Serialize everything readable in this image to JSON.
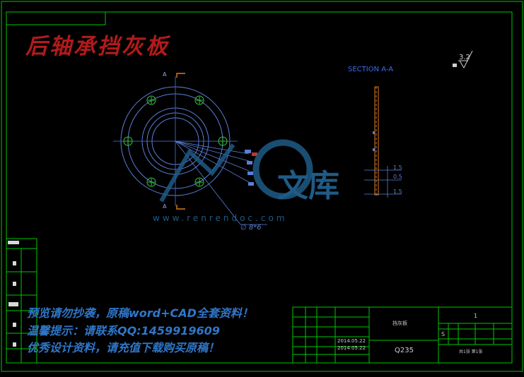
{
  "drawing": {
    "title_cn": "后轴承挡灰板",
    "section_label": "SECTION A-A",
    "section_mark_top": "A",
    "section_mark_bottom": "A",
    "roughness_value": "3.2",
    "diameter_dim": "∅ 8*6",
    "dims_right": [
      "1.5",
      "0.5",
      "1.5"
    ]
  },
  "watermark": {
    "brand_cn": "文库",
    "url": "www.renrendoc.com"
  },
  "overlay": {
    "line1": "预览请勿抄袭，原稿word+CAD全套资料！",
    "line2": "温馨提示：请联系QQ:1459919609",
    "line3": "优秀设计资料，请充值下载购买原稿！"
  },
  "title_block": {
    "material": "Q235",
    "dates": [
      "2014.05.22",
      "2014.05.22"
    ],
    "scale": "1",
    "drawing_name": "挡灰板",
    "sheet_info": "共1张 第1张",
    "mark": "S"
  },
  "colors": {
    "frame": "#00c800",
    "geometry": "#5a7fd6",
    "title_red": "#b21a1a",
    "overlay_blue": "#2f77c9",
    "watermark": "#1f5b86"
  }
}
